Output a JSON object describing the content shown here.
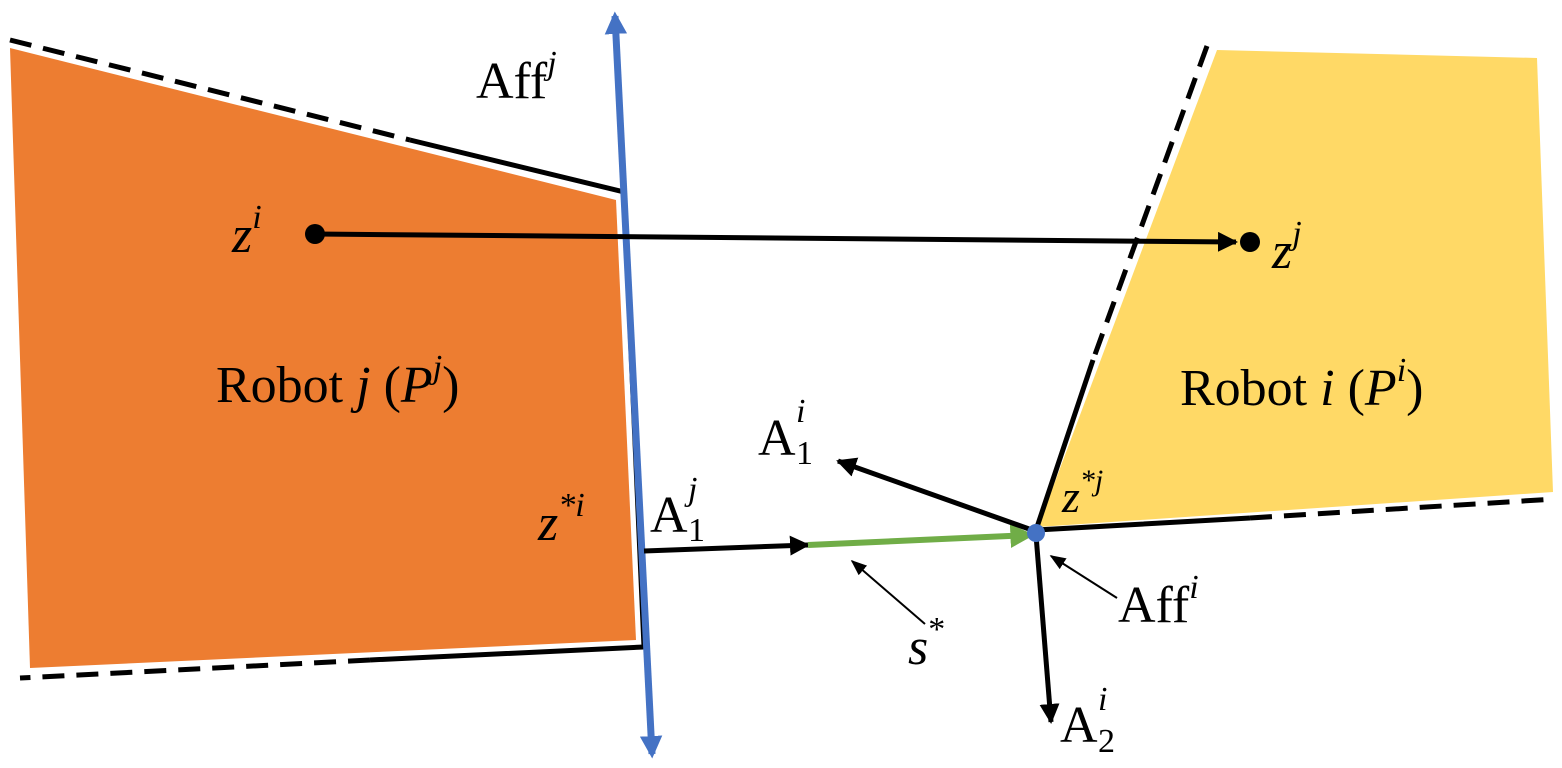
{
  "colors": {
    "robot_j_fill": "#ED7D31",
    "robot_i_fill": "#FFD966",
    "affine_line": "#4472C4",
    "solution_vector": "#70AD47",
    "contact_point": "#4472C4",
    "ink": "#000000"
  },
  "robot_j": {
    "name_text": "Robot ",
    "index": "j",
    "polytope_open": "(",
    "polytope_symbol": "P",
    "polytope_sup": "j",
    "polytope_close": ")"
  },
  "robot_i": {
    "name_text": "Robot ",
    "index": "i",
    "polytope_open": "(",
    "polytope_symbol": "P",
    "polytope_sup": "i",
    "polytope_close": ")"
  },
  "points": {
    "z_i": {
      "base": "z",
      "sup": "i"
    },
    "z_j": {
      "base": "z",
      "sup": "j"
    },
    "z_star_i": {
      "base": "z",
      "sup": "*i"
    },
    "z_star_j": {
      "base": "z",
      "sup": "*j"
    }
  },
  "affine_labels": {
    "aff_j": {
      "base": "Aff",
      "sup": "j"
    },
    "aff_i": {
      "base": "Aff",
      "sup": "i"
    }
  },
  "vectors": {
    "a1_j": {
      "base": "A",
      "sup": "j",
      "sub": "1"
    },
    "a1_i": {
      "base": "A",
      "sup": "i",
      "sub": "1"
    },
    "a2_i": {
      "base": "A",
      "sup": "i",
      "sub": "2"
    },
    "s_star": {
      "base": "s",
      "sup": "*"
    }
  }
}
